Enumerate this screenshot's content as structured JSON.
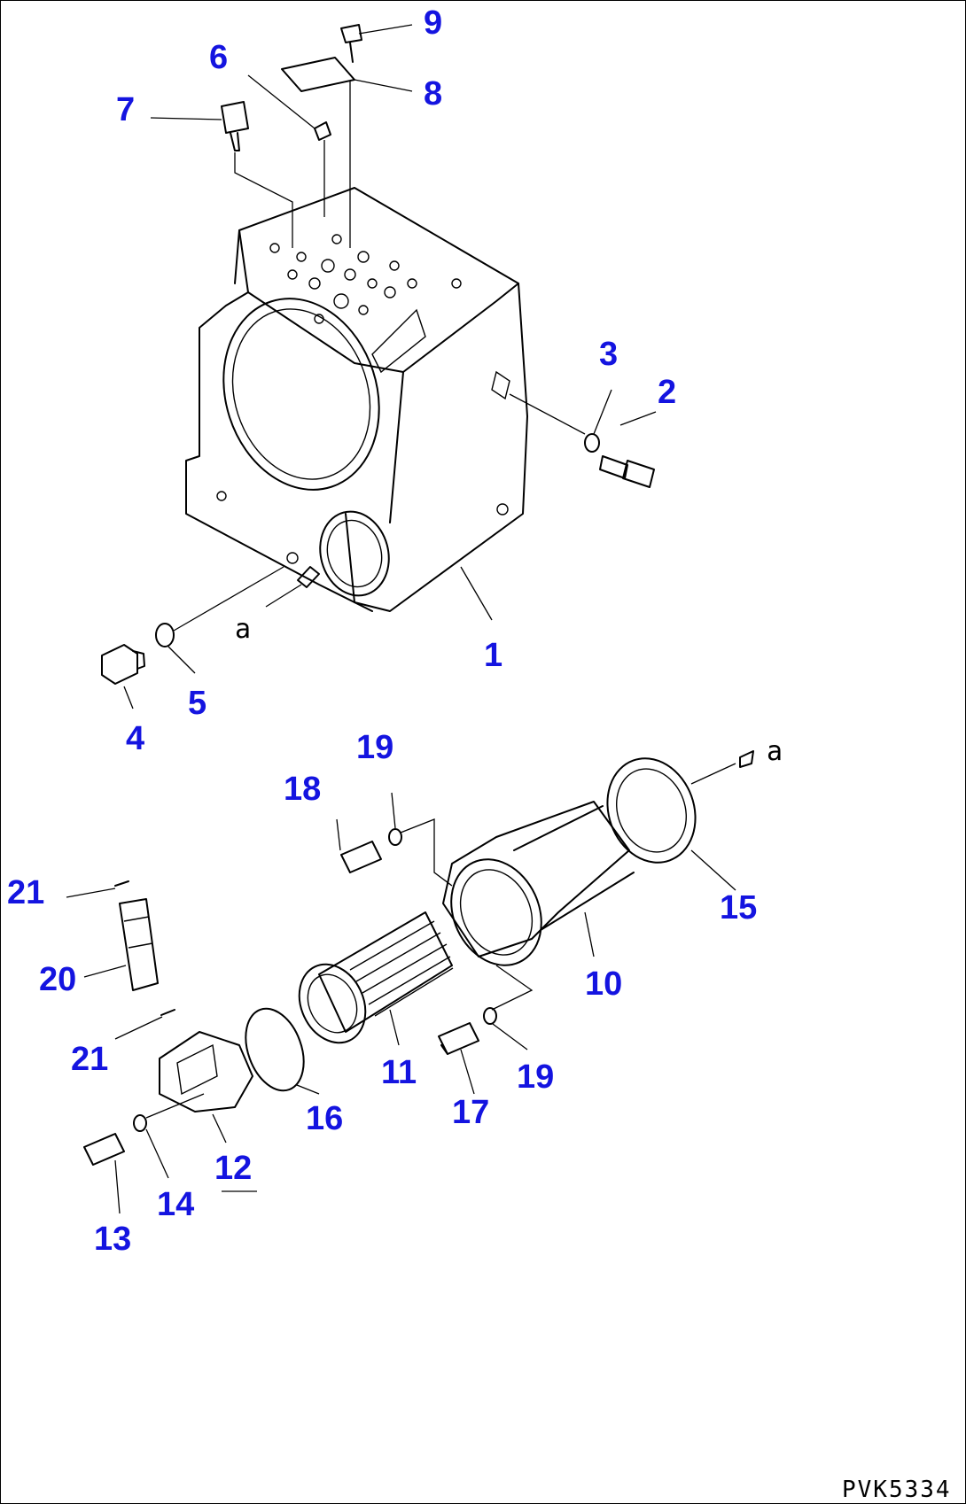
{
  "drawing_code": "PVK5334",
  "view_ref_marks": [
    "a",
    "a"
  ],
  "callouts": [
    "1",
    "2",
    "3",
    "4",
    "5",
    "6",
    "7",
    "8",
    "9",
    "10",
    "11",
    "12",
    "13",
    "14",
    "15",
    "16",
    "17",
    "18",
    "19",
    "19",
    "20",
    "21",
    "21"
  ],
  "colors": {
    "callout": "#1414e0",
    "line": "#000000",
    "background": "#ffffff"
  }
}
